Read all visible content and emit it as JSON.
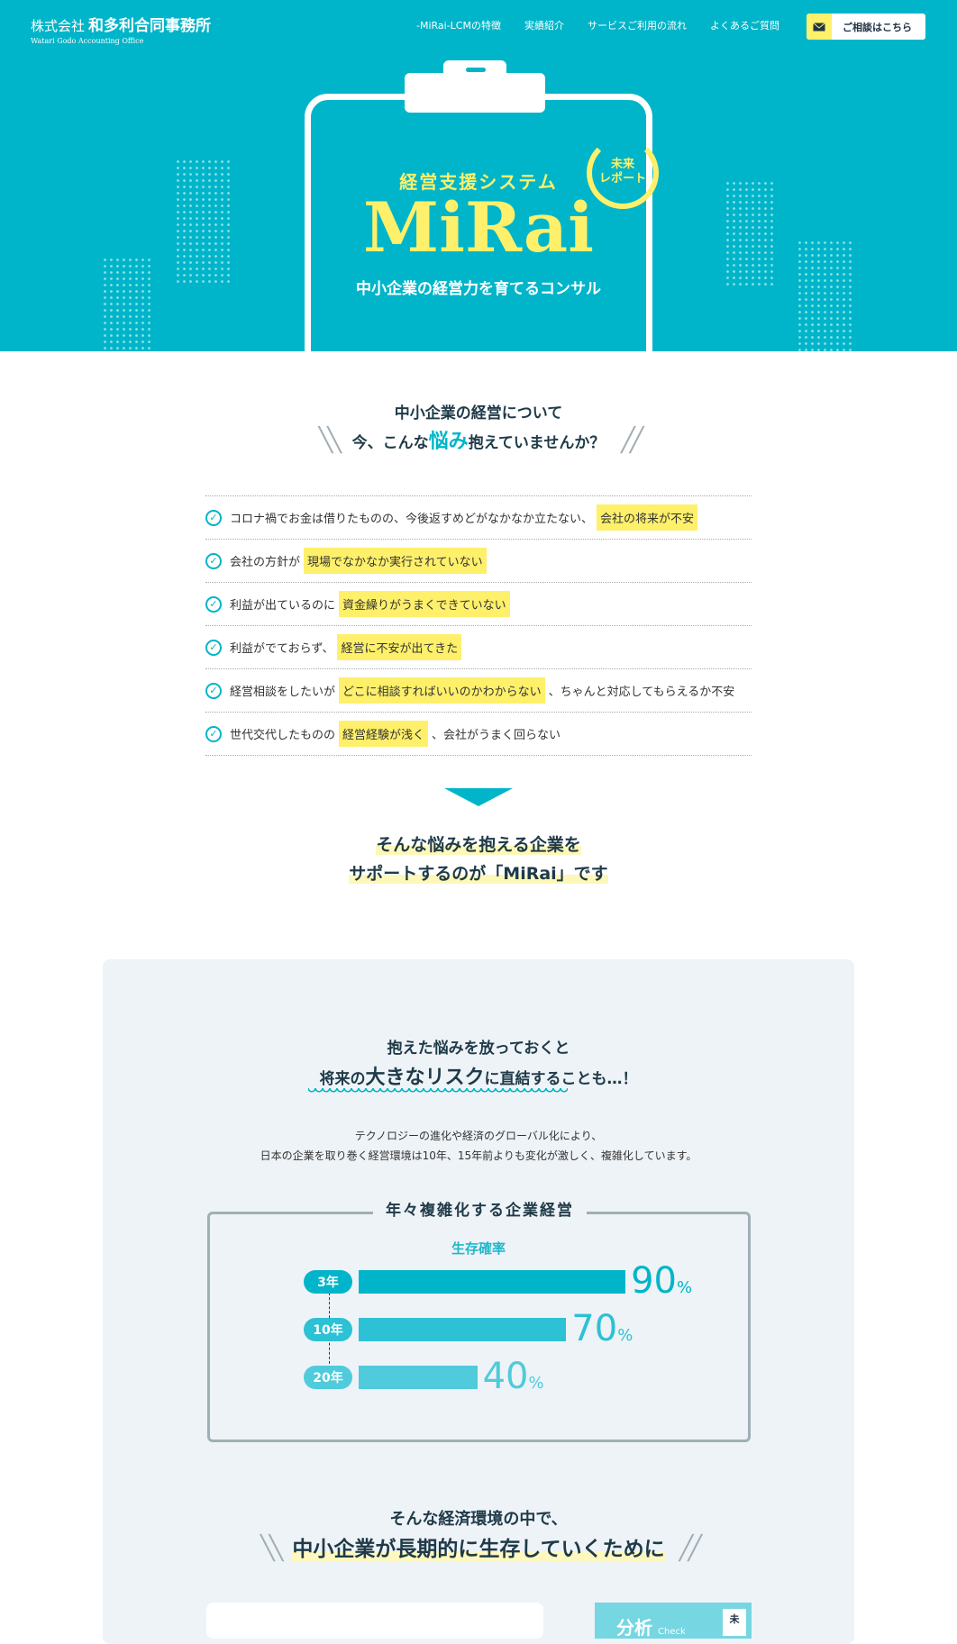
{
  "header": {
    "company_prefix": "株式会社",
    "company_name": "和多利合同事務所",
    "company_en": "Watari Godo Accounting Office",
    "nav": [
      "-MiRai-LCMの特徴",
      "実績紹介",
      "サービスご利用の流れ",
      "よくあるご質問"
    ],
    "cta_label": "ご相談はこちら",
    "cta_icon": "mail-icon"
  },
  "hero": {
    "subtitle": "経営支援システム",
    "brand": "MiRai",
    "badge_line1": "未来",
    "badge_line2": "レポート",
    "tagline": "中小企業の経営力を育てるコンサル"
  },
  "worries": {
    "title_line1": "中小企業の経営について",
    "title_pre": "今、こんな",
    "title_accent": "悩み",
    "title_post": "抱えていませんか？",
    "items": [
      {
        "pre": "コロナ禍でお金は借りたものの、今後返すめどがなかなか立たない、",
        "hl": "会社の将来が不安",
        "post": ""
      },
      {
        "pre": "会社の方針が",
        "hl": "現場でなかなか実行されていない",
        "post": ""
      },
      {
        "pre": "利益が出ているのに",
        "hl": "資金繰りがうまくできていない",
        "post": ""
      },
      {
        "pre": "利益がでておらず、",
        "hl": "経営に不安が出てきた",
        "post": ""
      },
      {
        "pre": "経営相談をしたいが",
        "hl": "どこに相談すればいいのかわからない",
        "post": "、ちゃんと対応してもらえるか不安"
      },
      {
        "pre": "世代交代したものの",
        "hl": "経営経験が浅く",
        "post": "、会社がうまく回らない"
      }
    ],
    "conclusion_line1": "そんな悩みを抱える企業を",
    "conclusion_line2": "サポートするのが「MiRai」です"
  },
  "risk": {
    "title_line1": "抱えた悩みを放っておくと",
    "title_pre": "将来の",
    "title_accent": "大きなリスク",
    "title_post": "に直結することも…！",
    "para_line1": "テクノロジーの進化や経済のグローバル化により、",
    "para_line2": "日本の企業を取り巻く経営環境は10年、15年前よりも変化が激しく、複雑化しています。"
  },
  "chart_data": {
    "type": "bar",
    "title": "年々複雑化する企業経営",
    "ylabel": "生存確率",
    "categories": [
      "3年",
      "10年",
      "20年"
    ],
    "values": [
      90,
      70,
      40
    ],
    "unit": "%",
    "colors": [
      "#00b5c9",
      "#2cc1d4",
      "#4fcbdb"
    ],
    "xlim": [
      0,
      100
    ]
  },
  "closing": {
    "line1": "そんな経済環境の中で、",
    "line2": "中小企業が長期的に生存していくために",
    "card_title": "分析",
    "card_sub": "Check",
    "card_tag": "未"
  }
}
